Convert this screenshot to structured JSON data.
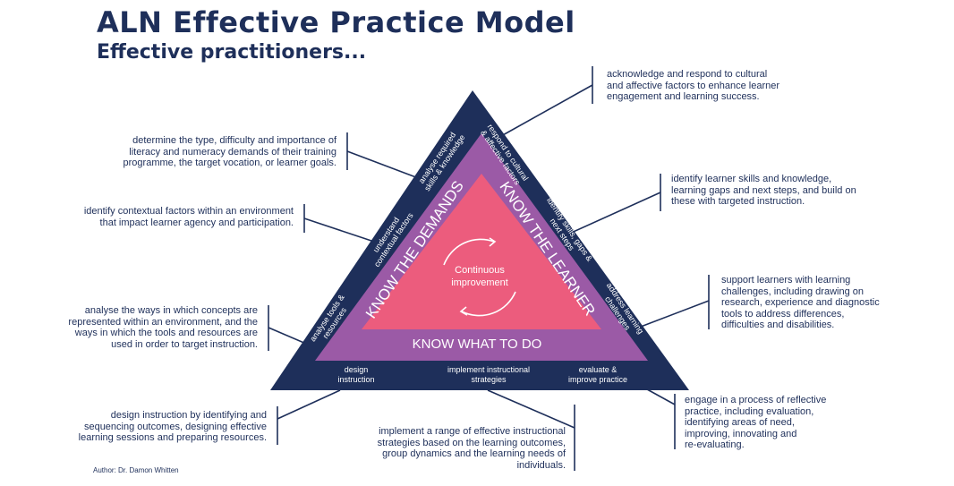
{
  "header": {
    "title": "ALN Effective Practice Model",
    "subtitle": "Effective practitioners..."
  },
  "colors": {
    "navy": "#1e2f5a",
    "purple": "#9b5aa6",
    "pink": "#ec5c7d",
    "text": "#1e2f5a"
  },
  "triangle": {
    "center": {
      "line1": "Continuous",
      "line2": "improvement"
    },
    "middle": {
      "left": "KNOW THE DEMANDS",
      "right": "KNOW THE LEARNER",
      "bottom": "KNOW WHAT TO DO"
    },
    "outer_left": {
      "top": [
        "analyse required",
        "skills & knowledge"
      ],
      "middle": [
        "understand",
        "contextual factors"
      ],
      "bottom": [
        "analyse tools &",
        "resources"
      ]
    },
    "outer_right": {
      "top": [
        "respond to cultural",
        "& affective factors"
      ],
      "middle": [
        "identify skills, gaps &",
        "next steps"
      ],
      "bottom": [
        "address learning",
        "challenges"
      ]
    },
    "outer_bottom": {
      "left": [
        "design",
        "instruction"
      ],
      "center": [
        "implement instructional",
        "strategies"
      ],
      "right": [
        "evaluate &",
        "improve practice"
      ]
    }
  },
  "notes": {
    "right_1": [
      "acknowledge and respond to cultural",
      "and affective factors to enhance learner",
      "engagement and learning success."
    ],
    "right_2": [
      "identify learner skills and knowledge,",
      "learning gaps and next steps, and build on",
      "these with targeted instruction."
    ],
    "right_3": [
      "support learners with learning",
      "challenges, including drawing on",
      "research, experience and diagnostic",
      "tools to address differences,",
      "difficulties and disabilities."
    ],
    "right_4": [
      "engage in a process of reflective",
      "practice, including evaluation,",
      "identifying areas of need,",
      "improving, innovating and",
      "re-evaluating."
    ],
    "left_1": [
      "determine the type, difficulty and importance of",
      "literacy and numeracy demands of their training",
      "programme, the target vocation, or learner goals."
    ],
    "left_2": [
      "identify contextual factors within an environment",
      "that impact learner agency and participation."
    ],
    "left_3": [
      "analyse the ways in which concepts are",
      "represented within an environment, and the",
      "ways in which the tools and resources are",
      "used in order to target instruction."
    ],
    "left_4": [
      "design instruction by identifying and",
      "sequencing outcomes, designing effective",
      "learning sessions and preparing resources."
    ],
    "bottom_center": [
      "implement a range of effective instructional",
      "strategies based on the learning outcomes,",
      "group dynamics and the learning needs of",
      "individuals."
    ]
  },
  "author": "Author: Dr. Damon Whitten"
}
